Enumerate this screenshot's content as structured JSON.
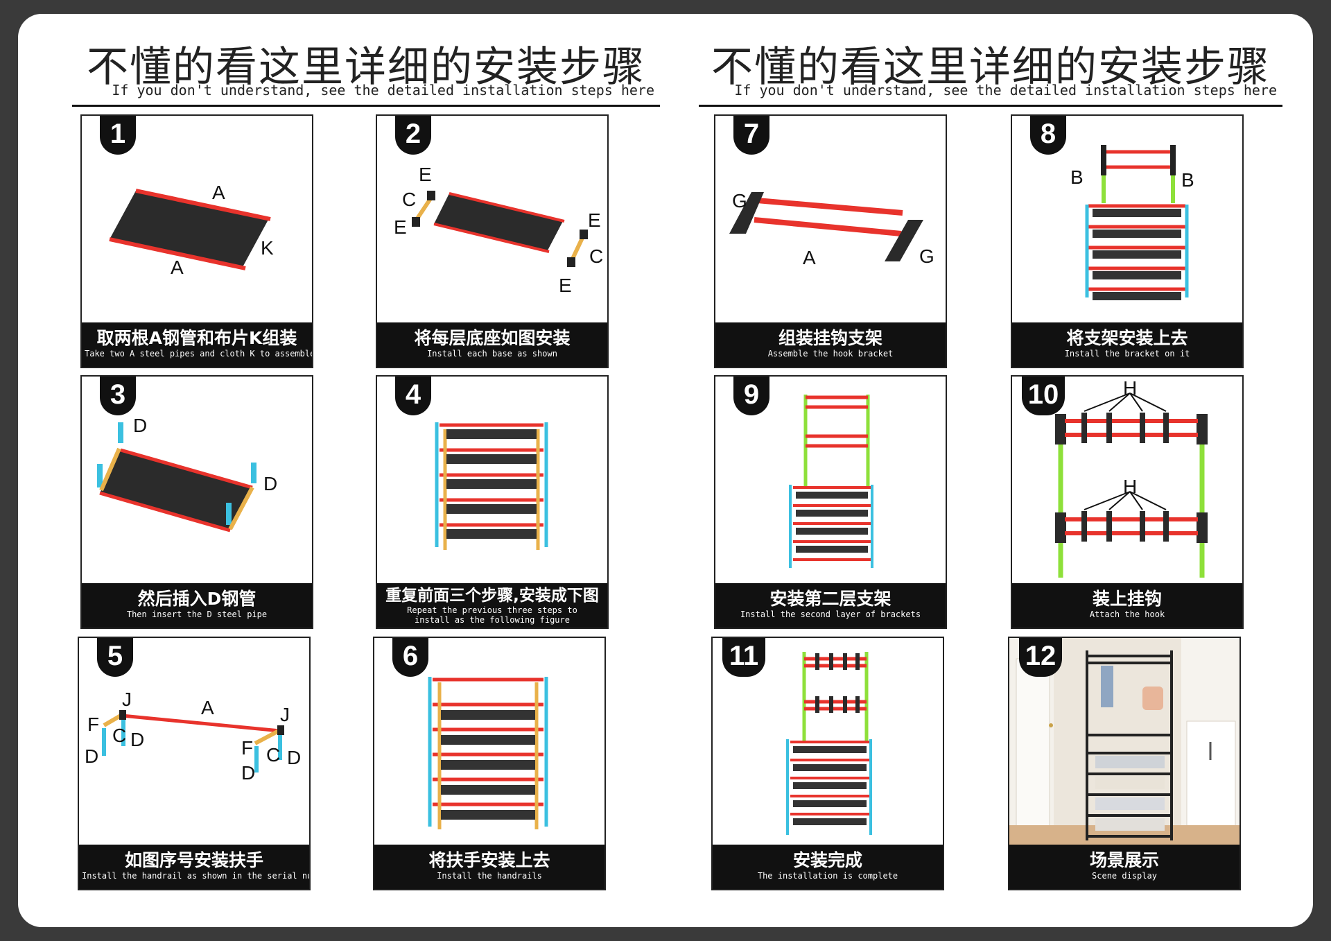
{
  "header": {
    "title_zh": "不懂的看这里详细的安装步骤",
    "subtitle_en": "If you don't understand, see the detailed installation steps here"
  },
  "colors": {
    "red": "#e8332c",
    "blue": "#3bc0e0",
    "yellow": "#e9b14a",
    "green": "#8ee03a",
    "black": "#111111"
  },
  "steps": [
    {
      "num": "1",
      "zh": "取两根A钢管和布片K组装",
      "en": "Take two A steel pipes and cloth K to assemble",
      "labels": [
        "A",
        "A",
        "K"
      ]
    },
    {
      "num": "2",
      "zh": "将每层底座如图安装",
      "en": "Install each base as shown",
      "labels": [
        "E",
        "C",
        "E",
        "E",
        "C",
        "E"
      ]
    },
    {
      "num": "3",
      "zh": "然后插入D钢管",
      "en": "Then insert the D steel pipe",
      "labels": [
        "D",
        "D"
      ]
    },
    {
      "num": "4",
      "zh": "重复前面三个步骤,安装成下图",
      "en": "Repeat the previous three steps to",
      "en2": "install as the following figure"
    },
    {
      "num": "5",
      "zh": "如图序号安装扶手",
      "en": "Install the handrail as shown in the serial number",
      "labels": [
        "J",
        "A",
        "J",
        "F",
        "C",
        "D",
        "D",
        "F",
        "C",
        "D",
        "D"
      ]
    },
    {
      "num": "6",
      "zh": "将扶手安装上去",
      "en": "Install the handrails"
    },
    {
      "num": "7",
      "zh": "组装挂钩支架",
      "en": "Assemble the hook bracket",
      "labels": [
        "G",
        "A",
        "G"
      ]
    },
    {
      "num": "8",
      "zh": "将支架安装上去",
      "en": "Install the bracket on it",
      "labels": [
        "B",
        "B"
      ]
    },
    {
      "num": "9",
      "zh": "安装第二层支架",
      "en": "Install the second layer of brackets"
    },
    {
      "num": "10",
      "zh": "装上挂钩",
      "en": "Attach the hook",
      "labels": [
        "H",
        "H"
      ]
    },
    {
      "num": "11",
      "zh": "安装完成",
      "en": "The installation is complete"
    },
    {
      "num": "12",
      "zh": "场景展示",
      "en": "Scene display"
    }
  ]
}
